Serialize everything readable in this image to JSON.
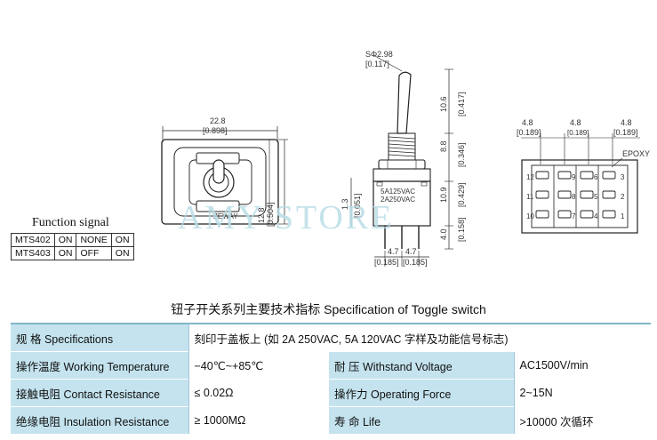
{
  "drawing": {
    "top_view": {
      "width_mm": "22.8",
      "width_in": "[0.898]",
      "height_mm": "12.8",
      "height_in": "[0.504]",
      "label": "ZEWAY"
    },
    "side_view": {
      "thread": "SΦ2.98",
      "thread_in": "[0.117]",
      "lever_mm": "10.6",
      "lever_in": "[0.417]",
      "bushing_mm": "8.8",
      "bushing_in": "[0.346]",
      "body_mm": "10.9",
      "body_in": "[0.429]",
      "pin_mm": "4.0",
      "pin_in": "[0.158]",
      "width_mm": "1.3",
      "width_in": "[0.051]",
      "rating_1": "5A125VAC",
      "rating_2": "2A250VAC",
      "pitch_1_mm": "4.7",
      "pitch_2_mm": "4.7",
      "pitch_1_in": "[0.185]",
      "pitch_2_in": "[0.185]"
    },
    "bottom_view": {
      "pitch_1_mm": "4.8",
      "pitch_1_in": "[0.189]",
      "pitch_2_mm": "4.8",
      "pitch_2_in": "[0.189]",
      "pitch_3_mm": "4.8",
      "pitch_3_in": "[0.189]",
      "epoxy": "EPOXY",
      "pins": [
        "12",
        "11",
        "10",
        "9",
        "8",
        "7",
        "6",
        "5",
        "4",
        "3",
        "2",
        "1"
      ]
    },
    "watermark": "AMY STORE"
  },
  "function_signal": {
    "title": "Function signal",
    "rows": [
      [
        "MTS402",
        "ON",
        "NONE",
        "ON"
      ],
      [
        "MTS403",
        "ON",
        "OFF",
        "ON"
      ]
    ]
  },
  "spec": {
    "title": "钮子开关系列主要技术指标   Specification of Toggle switch",
    "row1": {
      "label": "规      格 Specifications",
      "value": "刻印于盖板上 (如 2A 250VAC, 5A 120VAC 字样及功能信号标志)"
    },
    "row2": {
      "label1": "操作温度 Working Temperature",
      "value1": "−40℃~+85℃",
      "label2": "耐      压 Withstand Voltage",
      "value2": "AC1500V/min"
    },
    "row3": {
      "label1": "接触电阻 Contact Resistance",
      "value1": "≤ 0.02Ω",
      "label2": "操作力 Operating Force",
      "value2": "2~15N"
    },
    "row4": {
      "label1": "绝缘电阻 Insulation Resistance",
      "value1": "≥ 1000MΩ",
      "label2": "寿      命 Life",
      "value2": ">10000 次循环"
    }
  }
}
